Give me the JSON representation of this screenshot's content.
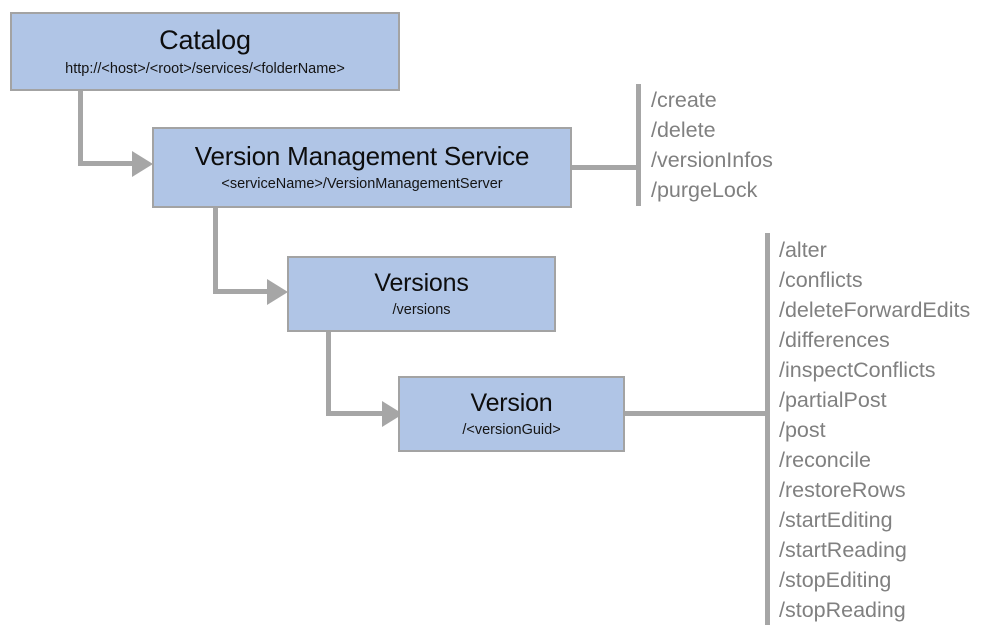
{
  "diagram": {
    "type": "rest-api-resource-hierarchy",
    "colors": {
      "node_fill": "#b0c5e6",
      "node_border": "#a3a3a3",
      "connector": "#a6a6a6",
      "operation_text": "#808080",
      "node_text": "#0d0d0d",
      "background": "#ffffff"
    },
    "nodes": [
      {
        "id": "catalog",
        "title": "Catalog",
        "subtitle": "http://<host>/<root>/services/<folderName>"
      },
      {
        "id": "version-management-service",
        "title": "Version Management Service",
        "subtitle": "<serviceName>/VersionManagementServer"
      },
      {
        "id": "versions",
        "title": "Versions",
        "subtitle": "/versions"
      },
      {
        "id": "version",
        "title": "Version",
        "subtitle": "/<versionGuid>"
      }
    ],
    "operation_groups": [
      {
        "id": "service-operations",
        "owner": "version-management-service",
        "operations": [
          "/create",
          "/delete",
          "/versionInfos",
          "/purgeLock"
        ]
      },
      {
        "id": "version-operations",
        "owner": "version",
        "operations": [
          "/alter",
          "/conflicts",
          "/deleteForwardEdits",
          "/differences",
          "/inspectConflicts",
          "/partialPost",
          "/post",
          "/reconcile",
          "/restoreRows",
          "/startEditing",
          "/startReading",
          "/stopEditing",
          "/stopReading"
        ]
      }
    ]
  }
}
